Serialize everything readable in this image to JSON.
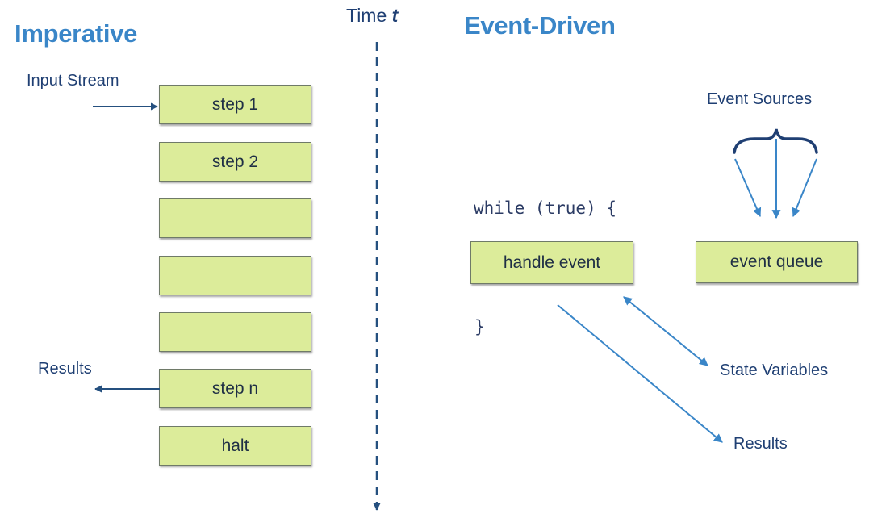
{
  "imperative": {
    "title": "Imperative",
    "input_label": "Input Stream",
    "results_label": "Results",
    "steps": [
      "step 1",
      "step 2",
      "",
      "",
      "",
      "step n",
      "halt"
    ]
  },
  "time_axis": {
    "label": "Time",
    "symbol": "t"
  },
  "event_driven": {
    "title": "Event-Driven",
    "loop_open": "while (true) {",
    "loop_close": "}",
    "handle_event": "handle event",
    "event_queue": "event queue",
    "event_sources": "Event Sources",
    "state_variables": "State Variables",
    "results": "Results"
  },
  "colors": {
    "heading": "#3a86c8",
    "label": "#1f3f73",
    "box_fill": "#dcec9a",
    "arrow_dark": "#25507f",
    "arrow_light": "#3a86c8"
  }
}
